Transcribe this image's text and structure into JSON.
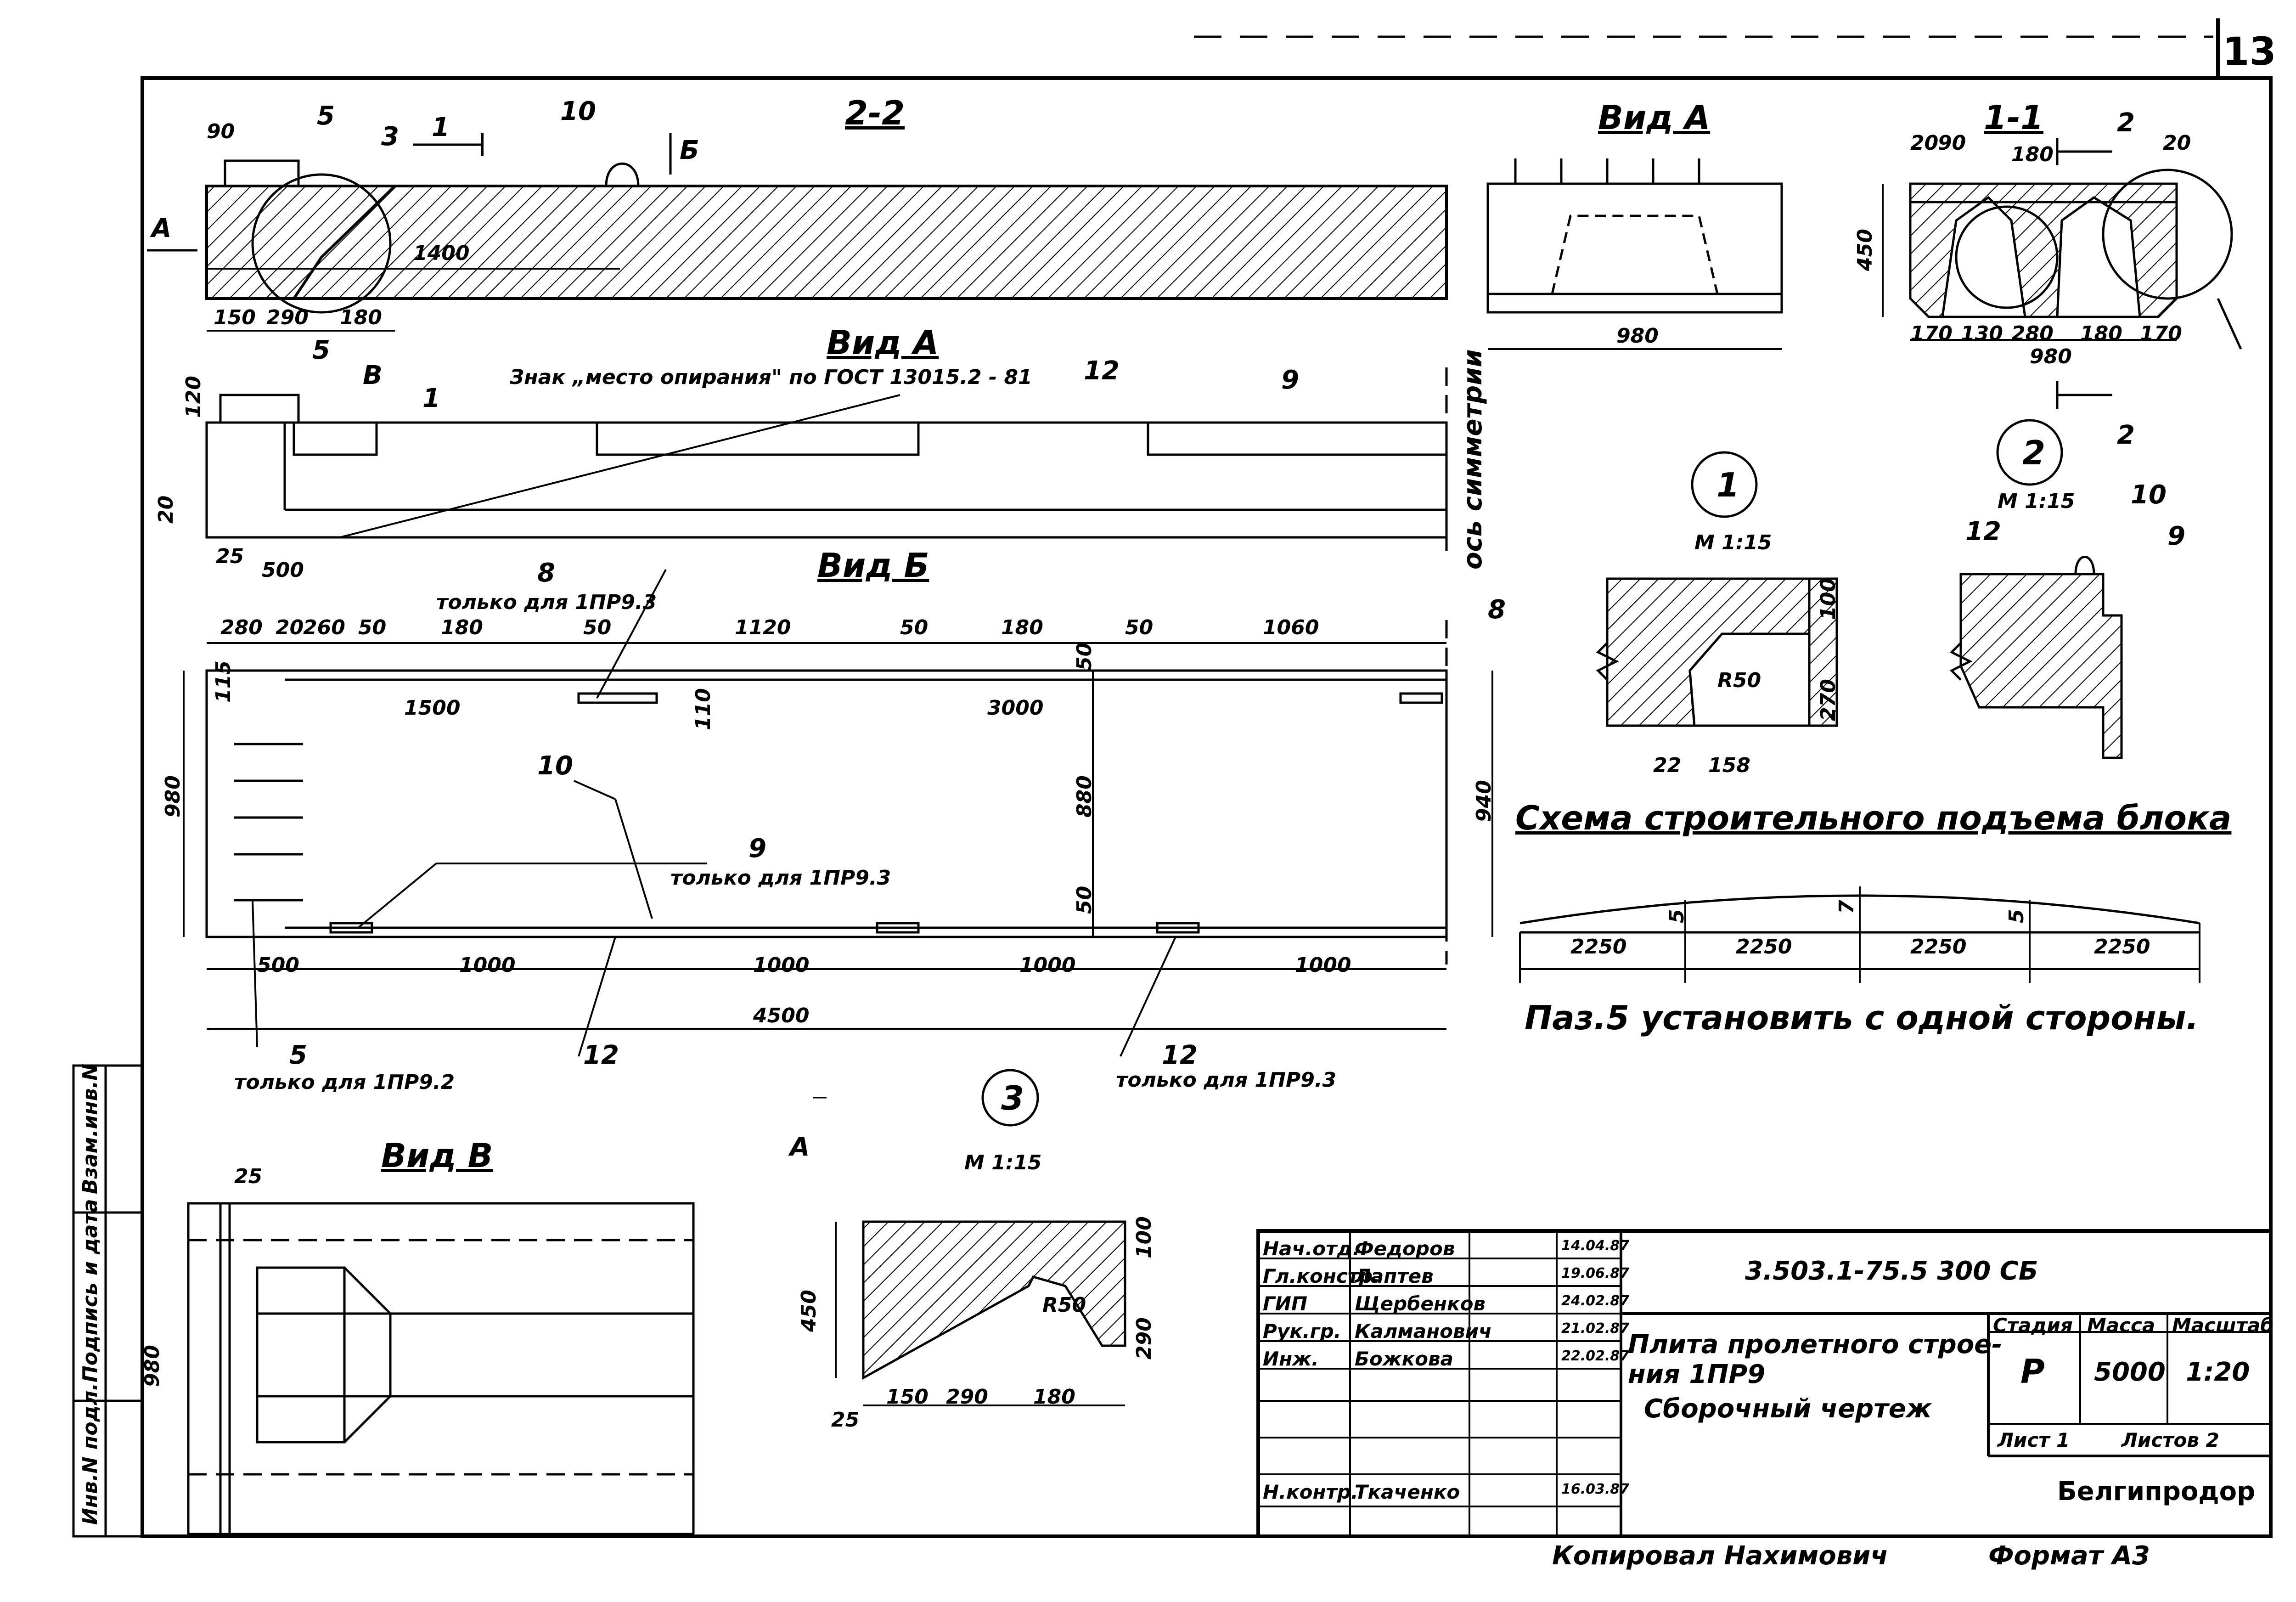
{
  "sheet": {
    "page_number": "13",
    "designation": "3.503.1-75.5 300 СБ",
    "title_lines": [
      "Плита пролетного строе-",
      "ния 1ПР9",
      "Сборочный чертеж"
    ],
    "stage_header": "Стадия",
    "mass_header": "Масса",
    "scale_header": "Масштаб",
    "stage": "Р",
    "mass": "5000",
    "scale": "1:20",
    "sheet_label": "Лист 1",
    "sheets_label": "Листов 2",
    "organization": "Белгипродор",
    "copied_by": "Копировал Нахимович",
    "format": "Формат А3"
  },
  "signatures": [
    {
      "role": "Нач.отд.",
      "name": "Федоров",
      "date": "14.04.87"
    },
    {
      "role": "Гл.констр.",
      "name": "Лаптев",
      "date": "19.06.87"
    },
    {
      "role": "ГИП",
      "name": "Щербенков",
      "date": "24.02.87"
    },
    {
      "role": "Рук.гр.",
      "name": "Калманович",
      "date": "21.02.87"
    },
    {
      "role": "Инж.",
      "name": "Божкова",
      "date": "22.02.87"
    },
    {
      "role": "",
      "name": "",
      "date": ""
    },
    {
      "role": "",
      "name": "",
      "date": ""
    },
    {
      "role": "",
      "name": "",
      "date": ""
    },
    {
      "role": "Н.контр.",
      "name": "Ткаченко",
      "date": "16.03.87"
    }
  ],
  "side_stamp": [
    "Инв.N подл.",
    "Подпись и дата",
    "Взам.инв.N"
  ],
  "views": {
    "section_22": "2-2",
    "view_a_top": "Вид А",
    "view_a": "Вид А",
    "view_b": "Вид Б",
    "view_v": "Вид В",
    "section_11": "1-1",
    "scheme_title": "Схема строительного подъема блока",
    "note": "Паз.5 установить с одной стороны.",
    "symmetry_axis": "ось симметрии",
    "support_sign": "Знак „место опирания\" по ГОСТ 13015.2 - 81"
  },
  "callouts": {
    "c1": "1",
    "c2": "2",
    "c3": "3",
    "scale_1": "М 1:15",
    "scale_2": "М 1:15",
    "scale_3": "М 1:15"
  },
  "labels": {
    "only_1pr93_a": "только для 1ПР9.3",
    "only_1pr93_b": "только для 1ПР9.3",
    "only_1pr93_c": "только для 1ПР9.3",
    "only_1pr92": "только для 1ПР9.2",
    "pos5": "5",
    "pos3": "3",
    "pos10": "10",
    "pos1": "1",
    "posB": "Б",
    "posA": "А",
    "posV": "В",
    "pos12": "12",
    "pos9": "9",
    "pos8": "8",
    "pos2": "2"
  },
  "dims": {
    "d90": "90",
    "d1400": "1400",
    "d150": "150",
    "d290": "290",
    "d180": "180",
    "d120": "120",
    "d20": "20",
    "d25": "25",
    "d500": "500",
    "d280": "280",
    "d260": "260",
    "d50": "50",
    "d1120": "1120",
    "d1060": "1060",
    "d115": "115",
    "d1500": "1500",
    "d3000": "3000",
    "d110": "110",
    "d980": "980",
    "d880": "880",
    "d940": "940",
    "d1000": "1000",
    "d4500": "4500",
    "d450": "450",
    "d170": "170",
    "d130": "130",
    "r50": "R50",
    "d158": "158",
    "d22": "22",
    "d270": "270",
    "d100": "100",
    "d2250": "2250",
    "d5": "5",
    "d7": "7"
  }
}
